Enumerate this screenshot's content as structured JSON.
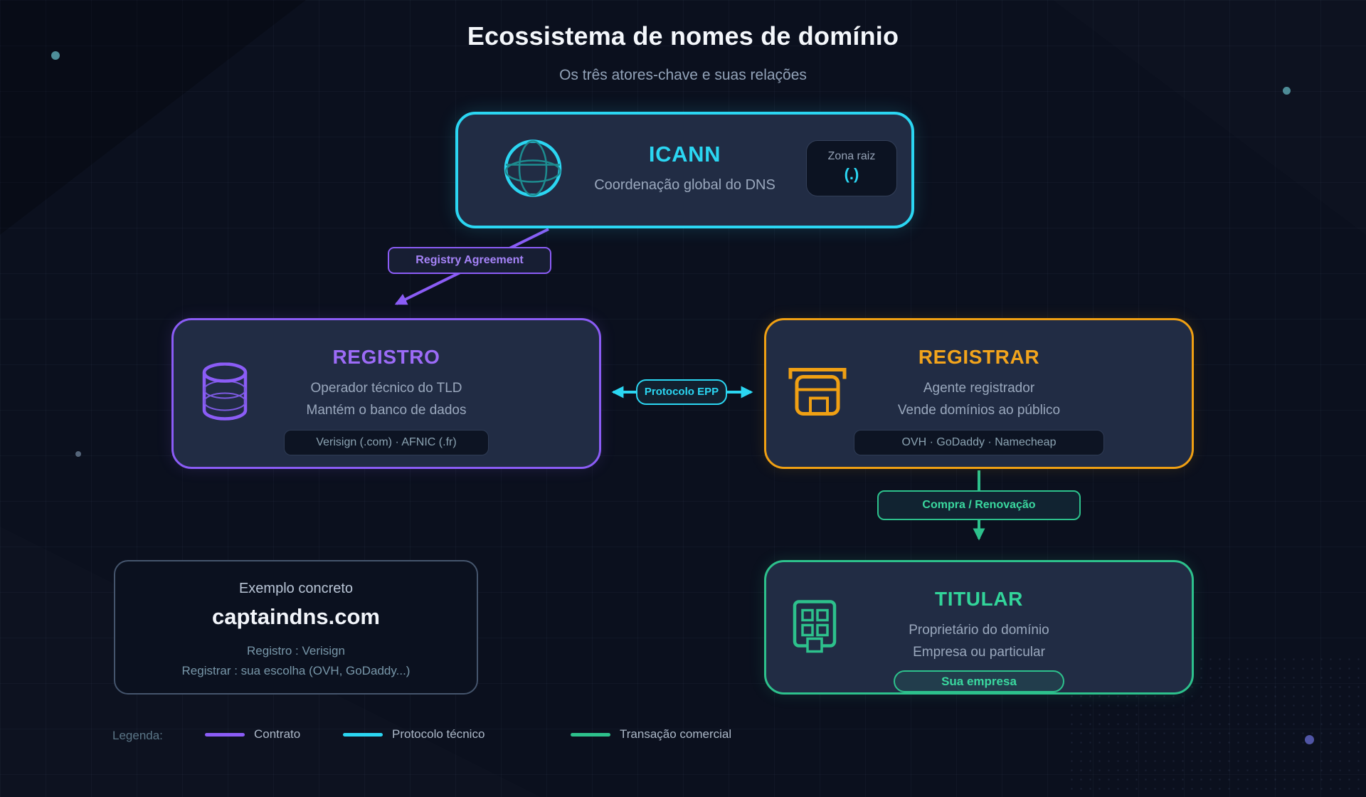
{
  "title": "Ecossistema de nomes de domínio",
  "subtitle": "Os três atores-chave e suas relações",
  "colors": {
    "cyan": "#2bd6f2",
    "purple": "#8b5cf6",
    "orange": "#f0a013",
    "green": "#2dc18c"
  },
  "nodes": {
    "icann": {
      "title": "ICANN",
      "desc": "Coordenação global do DNS",
      "badge_label": "Zona raiz",
      "badge_value": "(.)"
    },
    "registro": {
      "title": "REGISTRO",
      "lines": [
        "Operador técnico do TLD",
        "Mantém o banco de dados"
      ],
      "badge": "Verisign (.com) · AFNIC (.fr)"
    },
    "registrar": {
      "title": "REGISTRAR",
      "lines": [
        "Agente registrador",
        "Vende domínios ao público"
      ],
      "badge": "OVH · GoDaddy · Namecheap"
    },
    "titular": {
      "title": "TITULAR",
      "lines": [
        "Proprietário do domínio",
        "Empresa ou particular"
      ],
      "badge": "Sua empresa"
    }
  },
  "edges": {
    "registry_agreement": {
      "label": "Registry Agreement",
      "color": "#8b5cf6"
    },
    "epp": {
      "label": "Protocolo EPP",
      "color": "#2bd6f2"
    },
    "compra": {
      "label": "Compra / Renovação",
      "color": "#2dc18c"
    }
  },
  "example": {
    "heading": "Exemplo concreto",
    "domain": "captaindns.com",
    "lines": [
      "Registro : Verisign",
      "Registrar : sua escolha (OVH, GoDaddy...)"
    ]
  },
  "legend": {
    "label": "Legenda:",
    "items": [
      {
        "label": "Contrato",
        "color": "#8b5cf6"
      },
      {
        "label": "Protocolo técnico",
        "color": "#2bd6f2"
      },
      {
        "label": "Transação comercial",
        "color": "#2dc18c"
      }
    ]
  }
}
